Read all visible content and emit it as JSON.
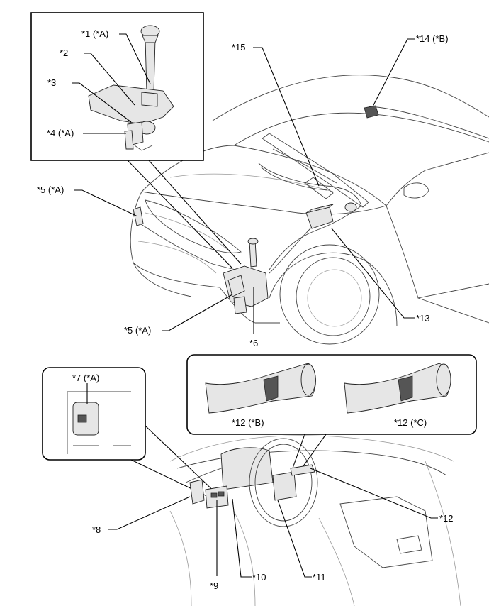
{
  "labels": {
    "l1": "*1 (*A)",
    "l2": "*2",
    "l3": "*3",
    "l4": "*4 (*A)",
    "l5a": "*5 (*A)",
    "l5b": "*5 (*A)",
    "l6": "*6",
    "l7": "*7 (*A)",
    "l8": "*8",
    "l9": "*9",
    "l10": "*10",
    "l11": "*11",
    "l12": "*12",
    "l12b": "*12 (*B)",
    "l12c": "*12 (*C)",
    "l13": "*13",
    "l14": "*14 (*B)",
    "l15": "*15"
  }
}
